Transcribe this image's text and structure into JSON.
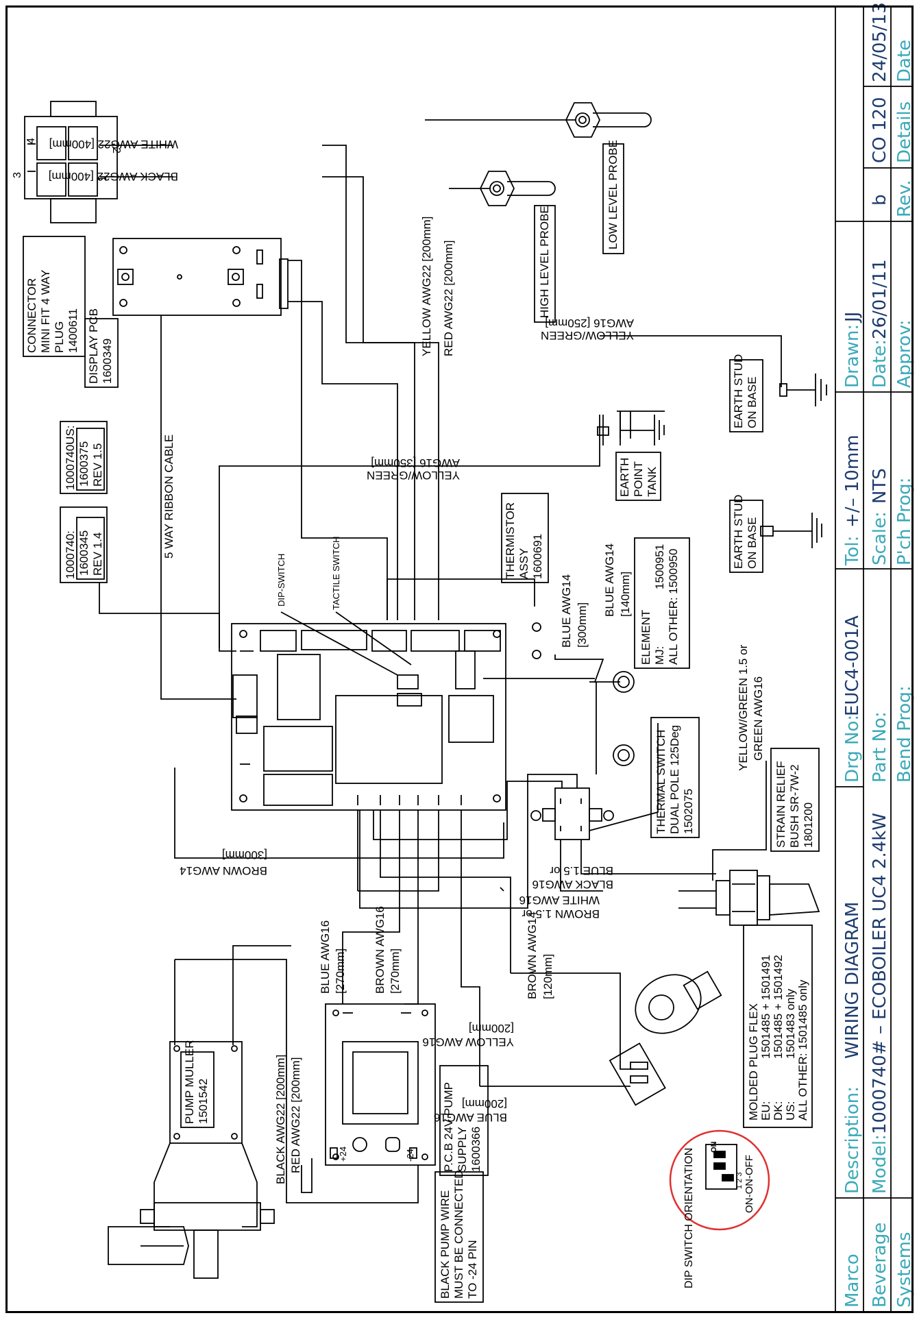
{
  "title_block": {
    "company": [
      "Marco",
      "Beverage",
      "Systems"
    ],
    "description_label": "Description:",
    "description_value": "WIRING DIAGRAM",
    "model_label": "Model:",
    "model_value": "1000740# – ECOBOILER UC4 2.4kW",
    "drg_label": "Drg No:",
    "drg_value": "EUC4-001A",
    "part_label": "Part No:",
    "bend_label": "Bend Prog:",
    "tol_label": "Tol:",
    "tol_value": "+/– 10mm",
    "scale_label": "Scale:",
    "scale_value": "NTS",
    "pch_label": "P'ch Prog:",
    "drawn_label": "Drawn:",
    "drawn_value": "JJ",
    "date_label": "Date:",
    "date_value": "26/01/11",
    "approv_label": "Approv:",
    "rev_letter": "b",
    "rev_label": "Rev.",
    "details_value": "CO 120",
    "details_label": "Details",
    "rev_date": "24/05/13",
    "rev_date_label": "Date"
  },
  "labels": {
    "connector": [
      "CONNECTOR",
      "MINI FIT 4 WAY",
      "PLUG",
      "1400611"
    ],
    "display_pcb": [
      "DISPLAY PCB",
      "1600349"
    ],
    "ribbon": "5 WAY RIBBON CABLE",
    "model_us": "1000740US:",
    "model_us_code": [
      "1600375",
      "REV 1.5"
    ],
    "model_std": "1000740:",
    "model_std_code": [
      "1600345",
      "REV 1.4"
    ],
    "white_wire": "WHITE AWG22 [400mm]",
    "black_wire": "BLACK AWG22 [400mm]",
    "yellow_wire": "YELLOW AWG22 [200mm]",
    "red_wire": "RED AWG22 [200mm]",
    "high_probe": "HIGH LEVEL PROBE",
    "low_probe": "LOW LEVEL PROBE",
    "yg_250": [
      "YELLOW/GREEN",
      "AWG16 [250mm]"
    ],
    "earth_stud_1": [
      "EARTH STUD",
      "ON BASE"
    ],
    "yg_350": [
      "YELLOW/GREEN",
      "AWG16 [350mm]"
    ],
    "earth_tank": [
      "EARTH",
      "POINT",
      "TANK"
    ],
    "earth_stud_2": [
      "EARTH STUD",
      "ON BASE"
    ],
    "thermistor": [
      "THERMISTOR",
      "ASSY",
      "1600691"
    ],
    "dip_switch": "DIP-SWITCH",
    "tactile_switch": "TACTILE SWITCH",
    "blue_300": [
      "BLUE AWG14",
      "[300mm]"
    ],
    "blue_140": [
      "BLUE AWG14",
      "[140mm]"
    ],
    "element": [
      "ELEMENT",
      "MJ:",
      "1500951",
      "ALL OTHER: 1500950"
    ],
    "yg_15": [
      "YELLOW/GREEN 1.5 or",
      "GREEN AWG16"
    ],
    "thermal_switch": [
      "THERMAL SWITCH",
      "DUAL POLE 125Deg",
      "1502075"
    ],
    "strain_relief": [
      "STRAIN RELIEF",
      "BUSH SR-7W-2",
      "1801200"
    ],
    "brown_300": [
      "[300mm]",
      "BROWN AWG14"
    ],
    "blue_black": [
      "BLUE 1.5 or",
      "BLACK AWG16"
    ],
    "brown_white": [
      "BROWN 1.5 or",
      "WHITE AWG16"
    ],
    "brown_120": [
      "BROWN AWG14",
      "[120mm]"
    ],
    "blue_270": [
      "BLUE AWG16",
      "[270mm]"
    ],
    "brown_270": [
      "BROWN AWG16",
      "[270mm]"
    ],
    "yellow_200": [
      "YELLOW AWG16",
      "[200mm]"
    ],
    "blue_200": [
      "[200mm]",
      "BLUE AWG16"
    ],
    "molded_plug": [
      "MOLDED PLUG FLEX",
      "EU:",
      "1501485 + 1501491",
      "DK:",
      "1501485 + 1501492",
      "US:",
      "1501483 only",
      "ALL OTHER: 1501485 only"
    ],
    "black_awg22": "BLACK AWG22 [200mm]",
    "red_awg22": "RED AWG22 [200mm]",
    "pump": [
      "PUMP MULLER",
      "1501542"
    ],
    "pump_supply": [
      "P.C.B 24V PUMP",
      "SUPPLY",
      "1600366"
    ],
    "pump_plus": "+24",
    "pump_minus": "-24",
    "black_pump_note": [
      "BLACK PUMP WIRE",
      "MUST BE CONNECTED",
      "TO -24 PIN"
    ],
    "dip_orientation": "DIP SWITCH ORIENTATION",
    "on_on_off": "ON-ON-OFF",
    "on_word": "ON",
    "dip_nums": "1 2 3",
    "pins": [
      "1",
      "2",
      "3",
      "4"
    ]
  }
}
